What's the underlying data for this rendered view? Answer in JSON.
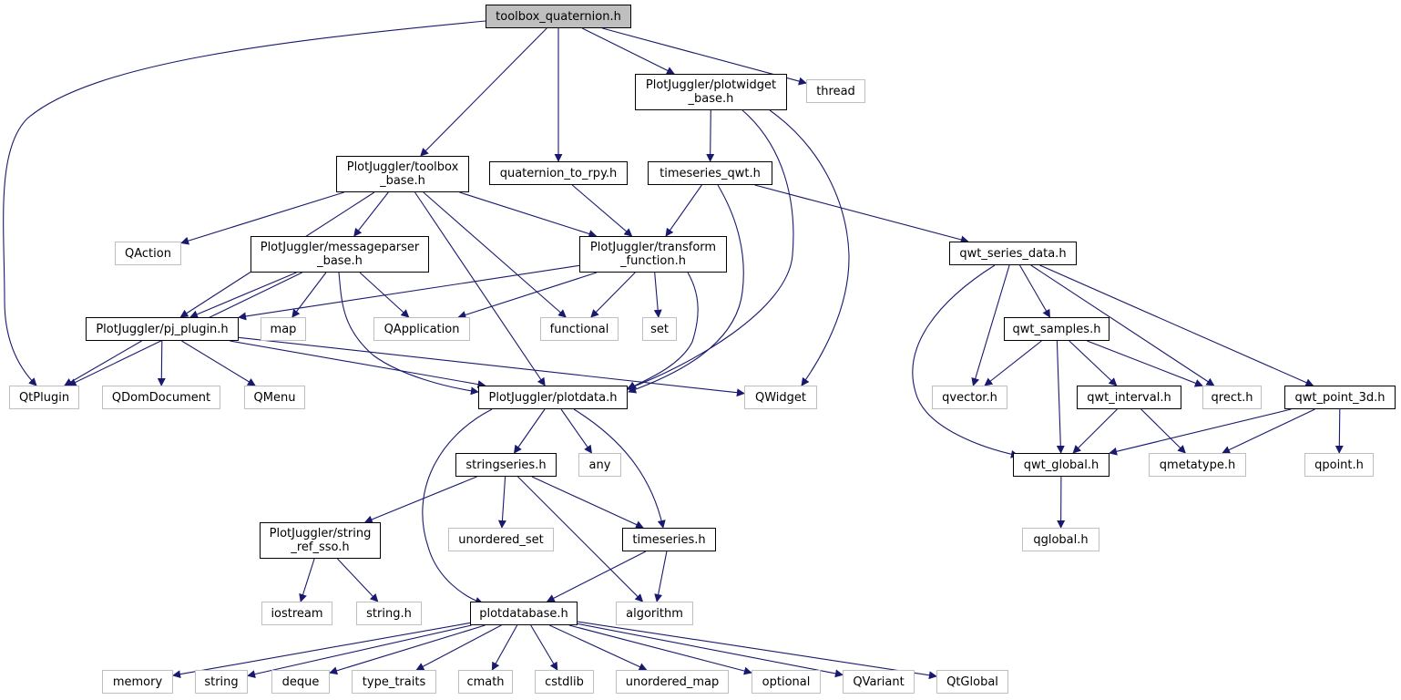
{
  "diagram": {
    "colors": {
      "edge": "#191970",
      "root_fill": "#bfbfbf",
      "local_border": "#000000",
      "system_border": "#bfbfbf"
    },
    "nodes": [
      {
        "id": "toolbox_quaternion",
        "label": "toolbox_quaternion.h",
        "kind": "root"
      },
      {
        "id": "thread",
        "label": "thread",
        "kind": "sys"
      },
      {
        "id": "plotwidget_base",
        "label": "PlotJuggler/plotwidget\n_base.h",
        "kind": "local"
      },
      {
        "id": "toolbox_base",
        "label": "PlotJuggler/toolbox\n_base.h",
        "kind": "local"
      },
      {
        "id": "quaternion_to_rpy",
        "label": "quaternion_to_rpy.h",
        "kind": "local"
      },
      {
        "id": "timeseries_qwt",
        "label": "timeseries_qwt.h",
        "kind": "local"
      },
      {
        "id": "qaction",
        "label": "QAction",
        "kind": "sys"
      },
      {
        "id": "messageparser_base",
        "label": "PlotJuggler/messageparser\n_base.h",
        "kind": "local"
      },
      {
        "id": "transform_function",
        "label": "PlotJuggler/transform\n_function.h",
        "kind": "local"
      },
      {
        "id": "qwt_series_data",
        "label": "qwt_series_data.h",
        "kind": "local"
      },
      {
        "id": "pj_plugin",
        "label": "PlotJuggler/pj_plugin.h",
        "kind": "local"
      },
      {
        "id": "map",
        "label": "map",
        "kind": "sys"
      },
      {
        "id": "qapplication",
        "label": "QApplication",
        "kind": "sys"
      },
      {
        "id": "functional",
        "label": "functional",
        "kind": "sys"
      },
      {
        "id": "set",
        "label": "set",
        "kind": "sys"
      },
      {
        "id": "qwt_samples",
        "label": "qwt_samples.h",
        "kind": "local"
      },
      {
        "id": "qtplugin",
        "label": "QtPlugin",
        "kind": "sys"
      },
      {
        "id": "qdomdocument",
        "label": "QDomDocument",
        "kind": "sys"
      },
      {
        "id": "qmenu",
        "label": "QMenu",
        "kind": "sys"
      },
      {
        "id": "plotdata",
        "label": "PlotJuggler/plotdata.h",
        "kind": "local"
      },
      {
        "id": "qwidget",
        "label": "QWidget",
        "kind": "sys"
      },
      {
        "id": "qvector",
        "label": "qvector.h",
        "kind": "sys"
      },
      {
        "id": "qwt_interval",
        "label": "qwt_interval.h",
        "kind": "local"
      },
      {
        "id": "qrect",
        "label": "qrect.h",
        "kind": "sys"
      },
      {
        "id": "qwt_point_3d",
        "label": "qwt_point_3d.h",
        "kind": "local"
      },
      {
        "id": "stringseries",
        "label": "stringseries.h",
        "kind": "local"
      },
      {
        "id": "any",
        "label": "any",
        "kind": "sys"
      },
      {
        "id": "qwt_global",
        "label": "qwt_global.h",
        "kind": "local"
      },
      {
        "id": "qmetatype",
        "label": "qmetatype.h",
        "kind": "sys"
      },
      {
        "id": "qpoint",
        "label": "qpoint.h",
        "kind": "sys"
      },
      {
        "id": "string_ref_sso",
        "label": "PlotJuggler/string\n_ref_sso.h",
        "kind": "local"
      },
      {
        "id": "unordered_set",
        "label": "unordered_set",
        "kind": "sys"
      },
      {
        "id": "timeseries",
        "label": "timeseries.h",
        "kind": "local"
      },
      {
        "id": "qglobal",
        "label": "qglobal.h",
        "kind": "sys"
      },
      {
        "id": "iostream",
        "label": "iostream",
        "kind": "sys"
      },
      {
        "id": "string_h",
        "label": "string.h",
        "kind": "sys"
      },
      {
        "id": "algorithm",
        "label": "algorithm",
        "kind": "sys"
      },
      {
        "id": "plotdatabase",
        "label": "plotdatabase.h",
        "kind": "local"
      },
      {
        "id": "memory",
        "label": "memory",
        "kind": "sys"
      },
      {
        "id": "string",
        "label": "string",
        "kind": "sys"
      },
      {
        "id": "deque",
        "label": "deque",
        "kind": "sys"
      },
      {
        "id": "type_traits",
        "label": "type_traits",
        "kind": "sys"
      },
      {
        "id": "cmath",
        "label": "cmath",
        "kind": "sys"
      },
      {
        "id": "cstdlib",
        "label": "cstdlib",
        "kind": "sys"
      },
      {
        "id": "unordered_map",
        "label": "unordered_map",
        "kind": "sys"
      },
      {
        "id": "optional",
        "label": "optional",
        "kind": "sys"
      },
      {
        "id": "qvariant",
        "label": "QVariant",
        "kind": "sys"
      },
      {
        "id": "qtglobal",
        "label": "QtGlobal",
        "kind": "sys"
      }
    ],
    "edges": [
      {
        "from": "toolbox_quaternion",
        "to": "qtplugin"
      },
      {
        "from": "toolbox_quaternion",
        "to": "toolbox_base"
      },
      {
        "from": "toolbox_quaternion",
        "to": "quaternion_to_rpy"
      },
      {
        "from": "toolbox_quaternion",
        "to": "plotwidget_base"
      },
      {
        "from": "toolbox_quaternion",
        "to": "thread"
      },
      {
        "from": "plotwidget_base",
        "to": "timeseries_qwt"
      },
      {
        "from": "plotwidget_base",
        "to": "plotdata"
      },
      {
        "from": "plotwidget_base",
        "to": "qwidget"
      },
      {
        "from": "toolbox_base",
        "to": "qaction"
      },
      {
        "from": "toolbox_base",
        "to": "messageparser_base"
      },
      {
        "from": "toolbox_base",
        "to": "pj_plugin"
      },
      {
        "from": "toolbox_base",
        "to": "plotdata"
      },
      {
        "from": "toolbox_base",
        "to": "functional"
      },
      {
        "from": "toolbox_base",
        "to": "transform_function"
      },
      {
        "from": "quaternion_to_rpy",
        "to": "transform_function"
      },
      {
        "from": "timeseries_qwt",
        "to": "transform_function"
      },
      {
        "from": "timeseries_qwt",
        "to": "plotdata"
      },
      {
        "from": "timeseries_qwt",
        "to": "qwt_series_data"
      },
      {
        "from": "messageparser_base",
        "to": "qtplugin"
      },
      {
        "from": "messageparser_base",
        "to": "pj_plugin"
      },
      {
        "from": "messageparser_base",
        "to": "map"
      },
      {
        "from": "messageparser_base",
        "to": "qapplication"
      },
      {
        "from": "messageparser_base",
        "to": "plotdata"
      },
      {
        "from": "transform_function",
        "to": "pj_plugin"
      },
      {
        "from": "transform_function",
        "to": "qapplication"
      },
      {
        "from": "transform_function",
        "to": "functional"
      },
      {
        "from": "transform_function",
        "to": "set"
      },
      {
        "from": "transform_function",
        "to": "plotdata"
      },
      {
        "from": "pj_plugin",
        "to": "qtplugin"
      },
      {
        "from": "pj_plugin",
        "to": "qdomdocument"
      },
      {
        "from": "pj_plugin",
        "to": "qmenu"
      },
      {
        "from": "pj_plugin",
        "to": "plotdata"
      },
      {
        "from": "pj_plugin",
        "to": "qwidget"
      },
      {
        "from": "qwt_series_data",
        "to": "qwt_global"
      },
      {
        "from": "qwt_series_data",
        "to": "qvector"
      },
      {
        "from": "qwt_series_data",
        "to": "qwt_samples"
      },
      {
        "from": "qwt_series_data",
        "to": "qrect"
      },
      {
        "from": "qwt_series_data",
        "to": "qwt_point_3d"
      },
      {
        "from": "qwt_samples",
        "to": "qvector"
      },
      {
        "from": "qwt_samples",
        "to": "qwt_global"
      },
      {
        "from": "qwt_samples",
        "to": "qwt_interval"
      },
      {
        "from": "qwt_samples",
        "to": "qrect"
      },
      {
        "from": "qwt_interval",
        "to": "qwt_global"
      },
      {
        "from": "qwt_interval",
        "to": "qmetatype"
      },
      {
        "from": "qwt_point_3d",
        "to": "qwt_global"
      },
      {
        "from": "qwt_point_3d",
        "to": "qmetatype"
      },
      {
        "from": "qwt_point_3d",
        "to": "qpoint"
      },
      {
        "from": "qwt_global",
        "to": "qglobal"
      },
      {
        "from": "plotdata",
        "to": "stringseries"
      },
      {
        "from": "plotdata",
        "to": "any"
      },
      {
        "from": "plotdata",
        "to": "timeseries"
      },
      {
        "from": "plotdata",
        "to": "plotdatabase"
      },
      {
        "from": "stringseries",
        "to": "string_ref_sso"
      },
      {
        "from": "stringseries",
        "to": "unordered_set"
      },
      {
        "from": "stringseries",
        "to": "timeseries"
      },
      {
        "from": "stringseries",
        "to": "algorithm"
      },
      {
        "from": "string_ref_sso",
        "to": "iostream"
      },
      {
        "from": "string_ref_sso",
        "to": "string_h"
      },
      {
        "from": "timeseries",
        "to": "plotdatabase"
      },
      {
        "from": "timeseries",
        "to": "algorithm"
      },
      {
        "from": "plotdatabase",
        "to": "memory"
      },
      {
        "from": "plotdatabase",
        "to": "string"
      },
      {
        "from": "plotdatabase",
        "to": "deque"
      },
      {
        "from": "plotdatabase",
        "to": "type_traits"
      },
      {
        "from": "plotdatabase",
        "to": "cmath"
      },
      {
        "from": "plotdatabase",
        "to": "cstdlib"
      },
      {
        "from": "plotdatabase",
        "to": "unordered_map"
      },
      {
        "from": "plotdatabase",
        "to": "optional"
      },
      {
        "from": "plotdatabase",
        "to": "qvariant"
      },
      {
        "from": "plotdatabase",
        "to": "qtglobal"
      }
    ]
  }
}
